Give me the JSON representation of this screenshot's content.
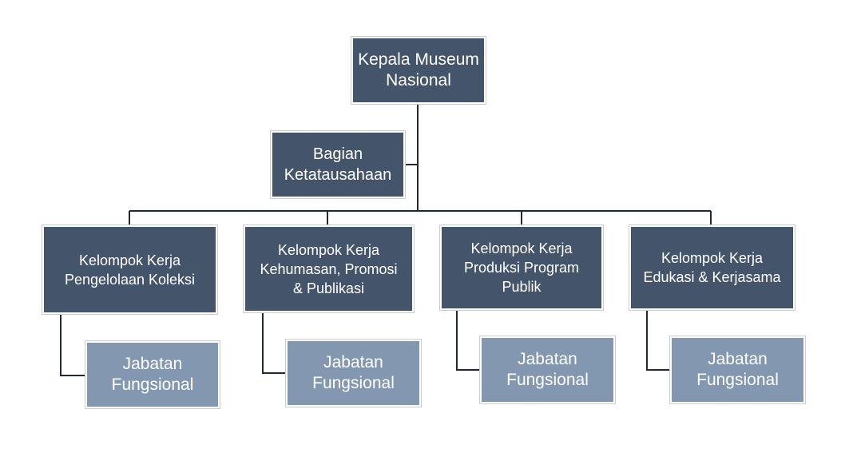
{
  "org_chart": {
    "line_color": "#1f2a36",
    "head": {
      "label": "Kepala Museum\nNasional"
    },
    "staff": {
      "label": "Bagian\nKetatausahaan"
    },
    "groups": [
      {
        "label": "Kelompok Kerja\nPengelolaan Koleksi",
        "sub": "Jabatan\nFungsional"
      },
      {
        "label": "Kelompok Kerja\nKehumasan, Promosi\n& Publikasi",
        "sub": "Jabatan\nFungsional"
      },
      {
        "label": "Kelompok Kerja\nProduksi Program\nPublik",
        "sub": "Jabatan\nFungsional"
      },
      {
        "label": "Kelompok Kerja\nEdukasi & Kerjasama",
        "sub": "Jabatan\nFungsional"
      }
    ],
    "colors": {
      "dark_box": "#44546a",
      "light_box": "#8497b0",
      "text": "#ffffff"
    }
  }
}
